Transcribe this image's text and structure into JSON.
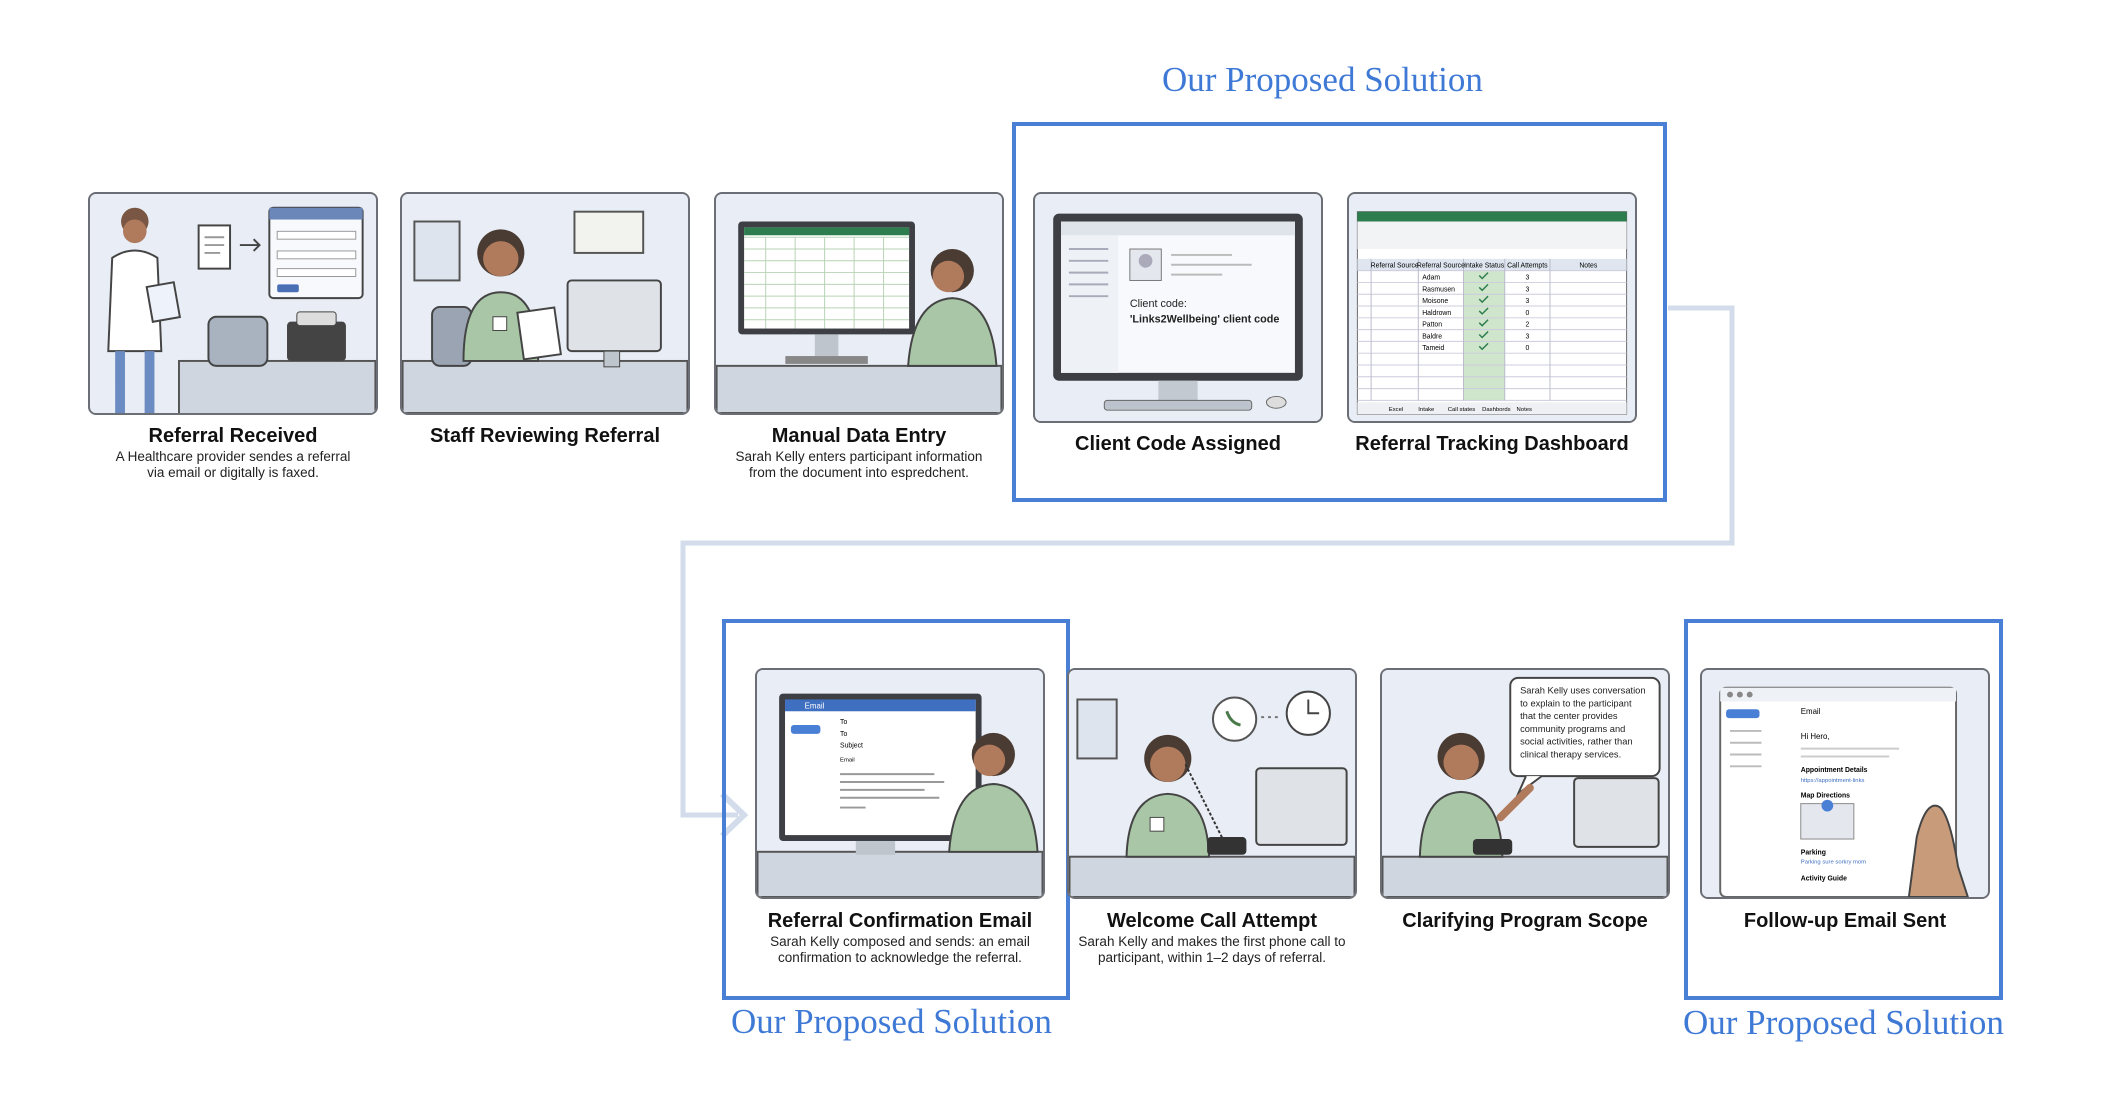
{
  "colors": {
    "highlight": "#4a7fd6",
    "proposed_text": "#3f79d6",
    "connector": "#d3dceb",
    "panel_bg": "#e9eef6"
  },
  "steps": [
    {
      "title": "Referral Received",
      "description_lines": [
        "A Healthcare provider sendes a referral",
        "via email or digitally is faxed."
      ]
    },
    {
      "title": "Staff Reviewing Referral"
    },
    {
      "title": "Manual Data Entry",
      "description_lines": [
        "Sarah Kelly enters participant information",
        "from the document into espredchent."
      ]
    },
    {
      "title": "Client Code Assigned",
      "screen_lines": [
        "Client code:",
        "'Links2Wellbeing' client code"
      ]
    },
    {
      "title": "Referral Tracking Dashboard",
      "table_headers": [
        "Referral Source",
        "Referral Source",
        "Intake Status",
        "Call Attempts",
        "Notes"
      ],
      "table_names": [
        "Adam",
        "Rasmusen",
        "Moisone",
        "Haldrown",
        "Patton",
        "Baldre",
        "Tameid"
      ],
      "table_calls": [
        "3",
        "3",
        "3",
        "0",
        "2",
        "3",
        "0"
      ],
      "sheet_tabs": [
        "Excel",
        "Intake",
        "Call states",
        "Dashbords",
        "Notes"
      ]
    },
    {
      "title": "Referral Confirmation Email",
      "description_lines": [
        "Sarah Kelly composed and sends: an email",
        "confirmation to acknowledge the referral."
      ],
      "email_window_title": "Email",
      "email_fields": [
        "To",
        "To",
        "Subject",
        "Email"
      ]
    },
    {
      "title": "Welcome Call Attempt",
      "description_lines": [
        "Sarah Kelly and makes the first phone call to",
        "participant, within 1–2 days of referral."
      ]
    },
    {
      "title": "Clarifying Program Scope",
      "bubble_lines": [
        "Sarah Kelly uses conversation",
        "to explain to the participant",
        "that the center provides",
        "community programs and",
        "social activities, rather than",
        "clinical therapy services."
      ]
    },
    {
      "title": "Follow-up Email Sent",
      "email_header": "Email",
      "greeting": "Hi Hero,",
      "appointment_label": "Appointment Details",
      "appointment_link": "https://appointment-links",
      "map_label": "Map Directions",
      "parking_label": "Parking",
      "parking_link": "Parking sure sorkry mom",
      "activity_label": "Activity Guide"
    }
  ],
  "proposed_solution_label": "Our Proposed Solution"
}
